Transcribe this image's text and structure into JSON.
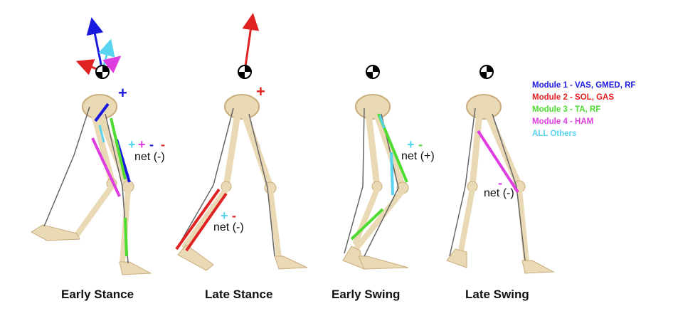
{
  "colors": {
    "module1": "#1a1adf",
    "module2": "#e02222",
    "module3": "#4fdc31",
    "module4": "#de3de0",
    "others": "#59d4ef",
    "bone": "#ead9b5",
    "bone_dark": "#c9ad7c"
  },
  "phases": [
    {
      "label": "Early Stance",
      "net": "net (-)",
      "signs": [
        "+",
        "+",
        "-",
        "-"
      ]
    },
    {
      "label": "Late Stance",
      "net": "net (-)",
      "signs": [
        "+",
        "-"
      ]
    },
    {
      "label": "Early Swing",
      "net": "net (+)",
      "signs": [
        "+",
        "-"
      ]
    },
    {
      "label": "Late Swing",
      "net": "net (-)",
      "signs": [
        "-"
      ]
    }
  ],
  "com_signs": {
    "early_stance": "+",
    "late_stance": "+"
  },
  "legend": [
    {
      "text": "Module 1 - VAS, GMED, RF",
      "color": "#1a1adf"
    },
    {
      "text": "Module 2 - SOL, GAS",
      "color": "#e02222"
    },
    {
      "text": "Module 3 - TA, RF",
      "color": "#4fdc31"
    },
    {
      "text": "Module 4 - HAM",
      "color": "#de3de0"
    },
    {
      "text": "ALL Others",
      "color": "#59d4ef"
    }
  ],
  "icons": {
    "com": "center-of-mass-icon",
    "arrow": "force-arrow-icon",
    "skeleton": "leg-skeleton-icon"
  }
}
